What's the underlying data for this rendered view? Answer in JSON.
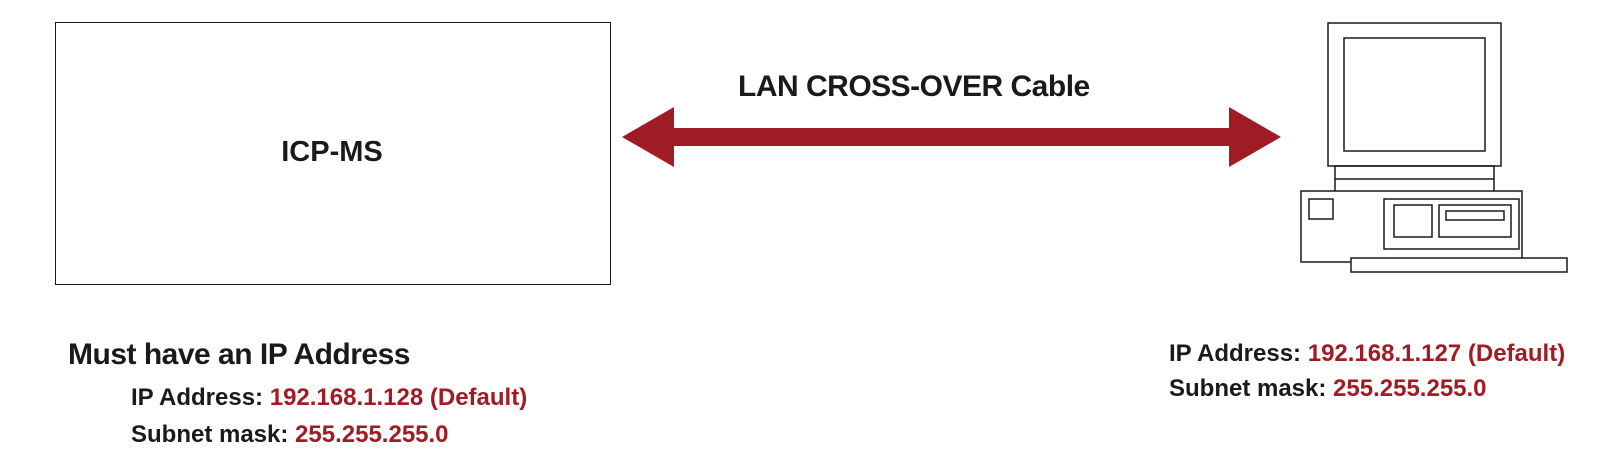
{
  "device": {
    "label": "ICP-MS"
  },
  "cable": {
    "label": "LAN CROSS-OVER Cable",
    "color": "#a01c24"
  },
  "icp_ms_info": {
    "heading": "Must have an IP Address",
    "ip_label": "IP Address: ",
    "ip_value": "192.168.1.128 (Default)",
    "mask_label": "Subnet mask: ",
    "mask_value": "255.255.255.0"
  },
  "pc_info": {
    "ip_label": "IP Address: ",
    "ip_value": "192.168.1.127 (Default)",
    "mask_label": "Subnet mask: ",
    "mask_value": "255.255.255.0"
  },
  "colors": {
    "accent": "#a01c24",
    "text": "#1a1a1a"
  },
  "icons": {
    "computer": "desktop-computer-icon",
    "cable": "double-arrow-icon"
  }
}
